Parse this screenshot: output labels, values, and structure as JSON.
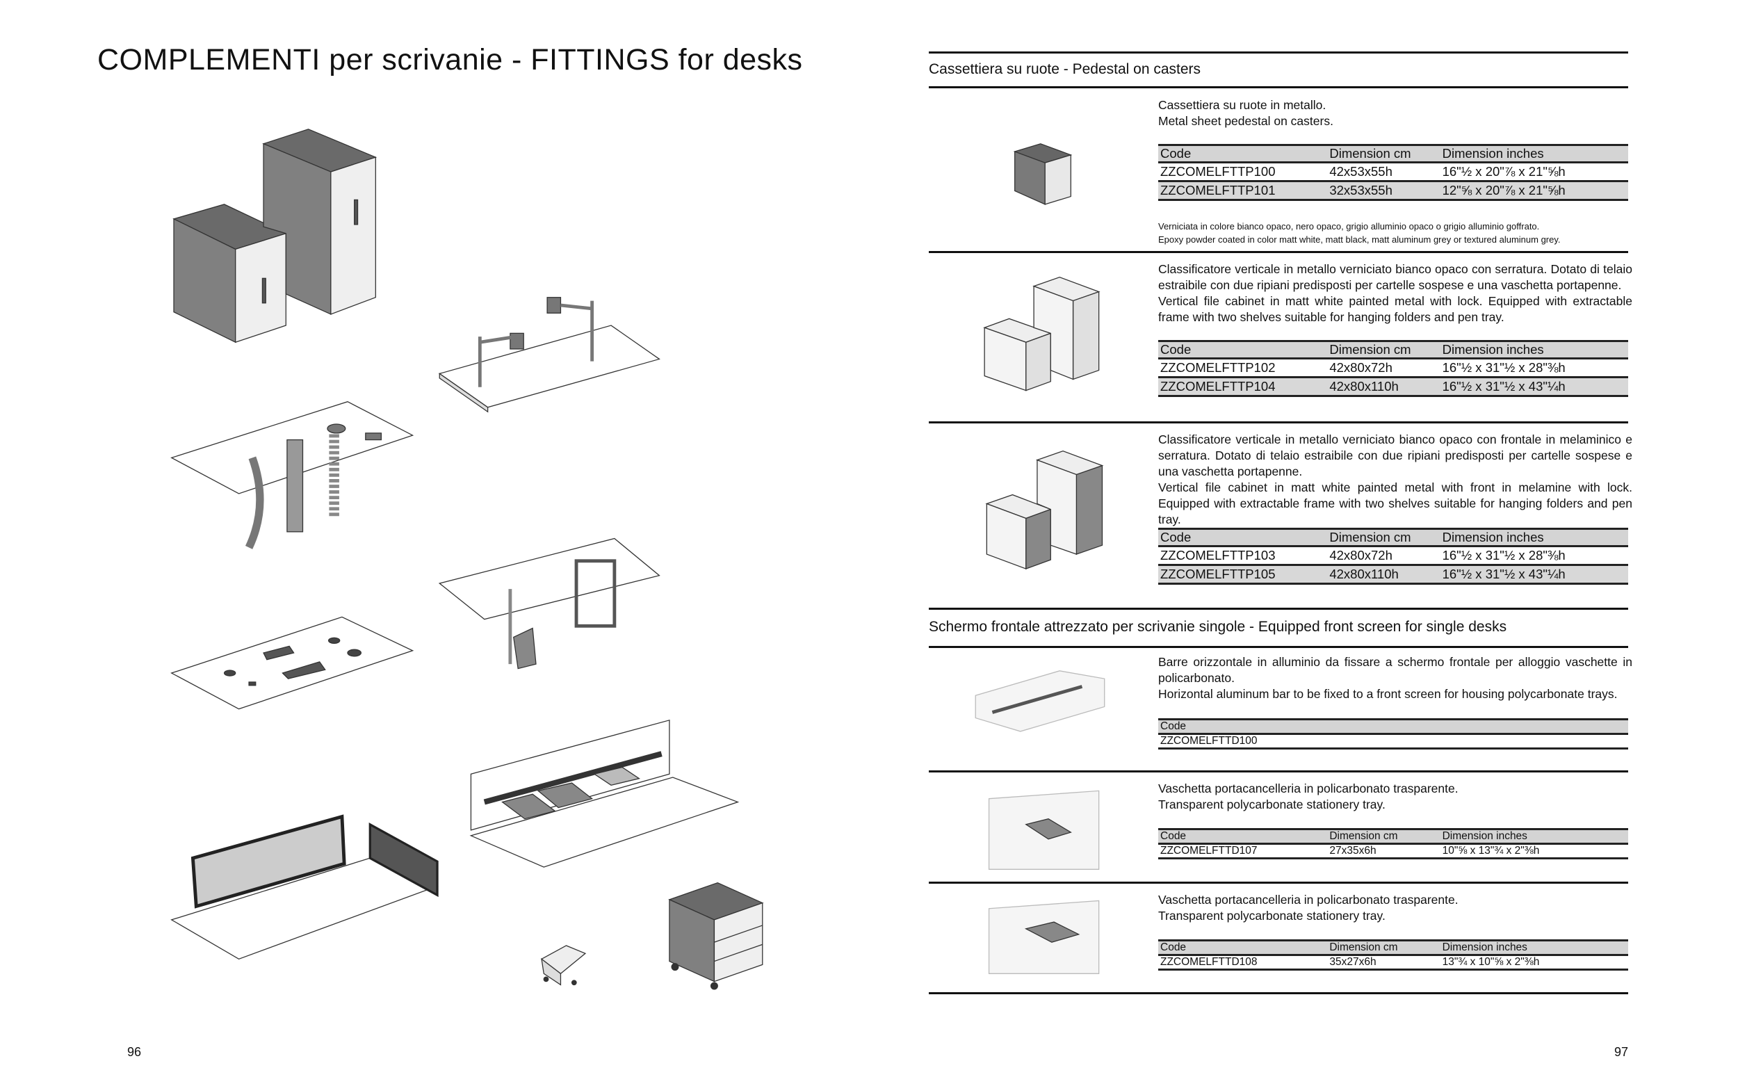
{
  "left_page": {
    "title": "COMPLEMENTI per scrivanie - FITTINGS for desks",
    "page_number": "96"
  },
  "right_page": {
    "page_number": "97",
    "sections": [
      {
        "heading": "Cassettiera su ruote  -  Pedestal on casters",
        "items": [
          {
            "image": "mobile-pedestal",
            "description": [
              "Cassettiera su ruote in metallo.",
              "Metal sheet pedestal on casters."
            ],
            "table": {
              "headers": [
                "Code",
                "Dimension cm",
                "Dimension inches"
              ],
              "rows": [
                [
                  "ZZCOMELFTTP100",
                  "42x53x55h",
                  "16\"½ x 20\"⅞ x 21\"⅝h"
                ],
                [
                  "ZZCOMELFTTP101",
                  "32x53x55h",
                  "12\"⅝ x 20\"⅞ x 21\"⅝h"
                ]
              ]
            },
            "notes": [
              "Verniciata in colore bianco opaco, nero opaco, grigio alluminio opaco o grigio alluminio goffrato.",
              "Epoxy powder coated in color matt white, matt black, matt aluminum grey or textured aluminum grey."
            ]
          },
          {
            "image": "white-file-cabinets",
            "description": [
              "Classificatore verticale in metallo verniciato bianco opaco con serratura. Dotato di telaio estraibile con due ripiani predisposti per cartelle sospese e una vaschetta portapenne.",
              "Vertical file cabinet in matt white painted metal with lock. Equipped with extractable frame with two shelves suitable for hanging folders and pen tray."
            ],
            "table": {
              "headers": [
                "Code",
                "Dimension cm",
                "Dimension inches"
              ],
              "rows": [
                [
                  "ZZCOMELFTTP102",
                  "42x80x72h",
                  "16\"½ x 31\"½ x 28\"⅜h"
                ],
                [
                  "ZZCOMELFTTP104",
                  "42x80x110h",
                  "16\"½ x 31\"½ x 43\"¼h"
                ]
              ]
            }
          },
          {
            "image": "melamine-file-cabinets",
            "description": [
              "Classificatore verticale in metallo verniciato bianco opaco con frontale in melaminico e serratura. Dotato di telaio estraibile con due ripiani predisposti per cartelle sospese e una vaschetta portapenne.",
              "Vertical file cabinet in matt white painted metal with front in melamine with lock. Equipped with extractable frame with two shelves suitable for hanging folders and pen tray."
            ],
            "table": {
              "headers": [
                "Code",
                "Dimension cm",
                "Dimension inches"
              ],
              "rows": [
                [
                  "ZZCOMELFTTP103",
                  "42x80x72h",
                  "16\"½ x 31\"½ x 28\"⅜h"
                ],
                [
                  "ZZCOMELFTTP105",
                  "42x80x110h",
                  "16\"½ x 31\"½ x 43\"¼h"
                ]
              ]
            }
          }
        ]
      },
      {
        "heading": "Schermo frontale attrezzato per scrivanie singole  -  Equipped front screen for single desks",
        "items": [
          {
            "image": "aluminum-bar",
            "description": [
              "Barre orizzontale in alluminio da fissare a schermo frontale per alloggio vaschette in policarbonato.",
              "Horizontal aluminum bar to be fixed to a front screen for housing polycarbonate trays."
            ],
            "table": {
              "headers": [
                "Code"
              ],
              "rows": [
                [
                  "ZZCOMELFTTD100"
                ]
              ]
            }
          },
          {
            "image": "stationery-tray",
            "description": [
              "Vaschetta portacancelleria in policarbonato trasparente.",
              "Transparent polycarbonate stationery tray."
            ],
            "table": {
              "headers": [
                "Code",
                "Dimension cm",
                "Dimension inches"
              ],
              "rows": [
                [
                  "ZZCOMELFTTD107",
                  "27x35x6h",
                  "10\"⅝ x 13\"¾ x 2\"⅜h"
                ]
              ]
            }
          },
          {
            "image": "stationery-tray",
            "description": [
              "Vaschetta portacancelleria in policarbonato trasparente.",
              "Transparent polycarbonate stationery tray."
            ],
            "table": {
              "headers": [
                "Code",
                "Dimension cm",
                "Dimension inches"
              ],
              "rows": [
                [
                  "ZZCOMELFTTD108",
                  "35x27x6h",
                  "13\"¾ x 10\"⅝ x 2\"⅜h"
                ]
              ]
            }
          }
        ]
      }
    ]
  }
}
